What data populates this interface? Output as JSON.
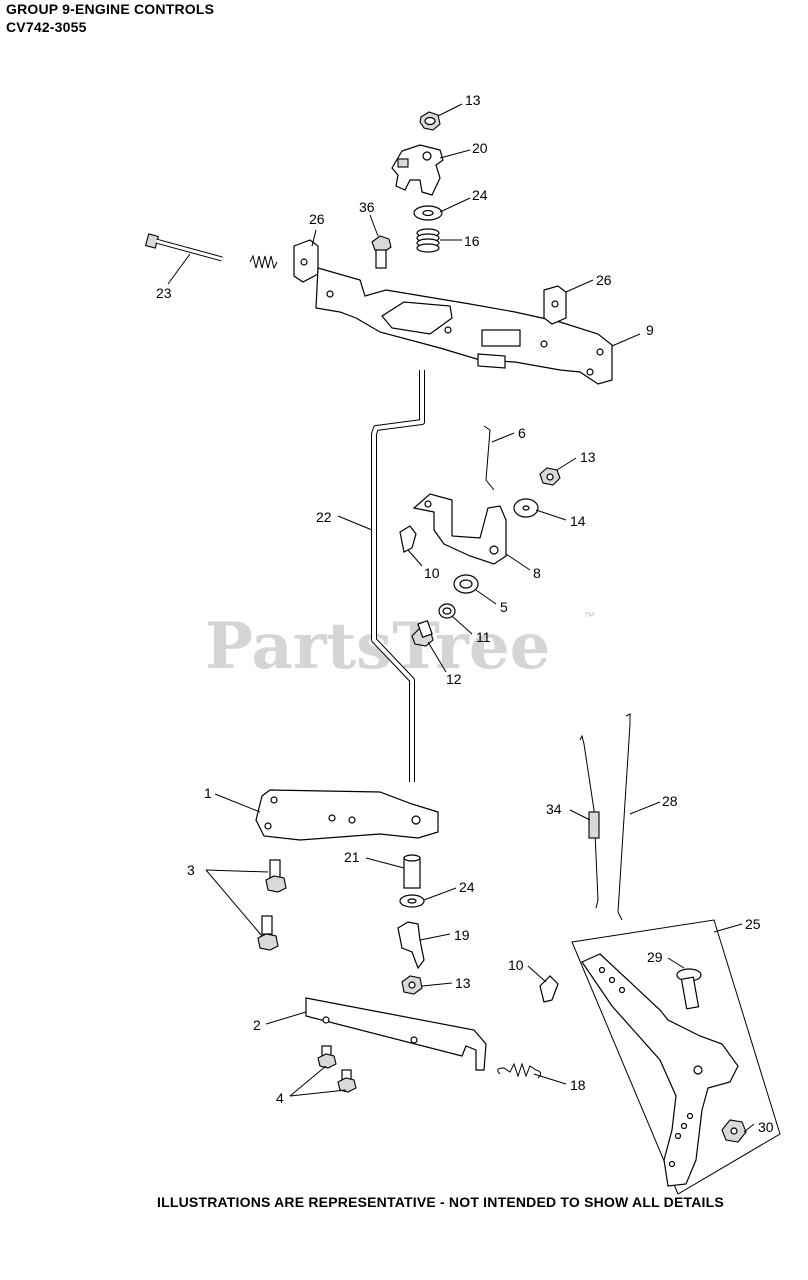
{
  "header": {
    "group_title": "GROUP 9-ENGINE CONTROLS",
    "model": "CV742-3055"
  },
  "watermark": {
    "brand": "PartsTree",
    "mark": "™"
  },
  "callouts": {
    "c13a": "13",
    "c20": "20",
    "c24a": "24",
    "c36": "36",
    "c26a": "26",
    "c16": "16",
    "c23": "23",
    "c26b": "26",
    "c9": "9",
    "c6": "6",
    "c13b": "13",
    "c22": "22",
    "c14": "14",
    "c8": "8",
    "c10a": "10",
    "c5": "5",
    "c11": "11",
    "c12": "12",
    "c28": "28",
    "c34": "34",
    "c1": "1",
    "c21": "21",
    "c3": "3",
    "c24b": "24",
    "c19": "19",
    "c25": "25",
    "c29": "29",
    "c10b": "10",
    "c13c": "13",
    "c2": "2",
    "c18": "18",
    "c4": "4",
    "c30": "30"
  },
  "footer": {
    "note": "ILLUSTRATIONS ARE REPRESENTATIVE - NOT INTENDED TO SHOW ALL DETAILS"
  }
}
